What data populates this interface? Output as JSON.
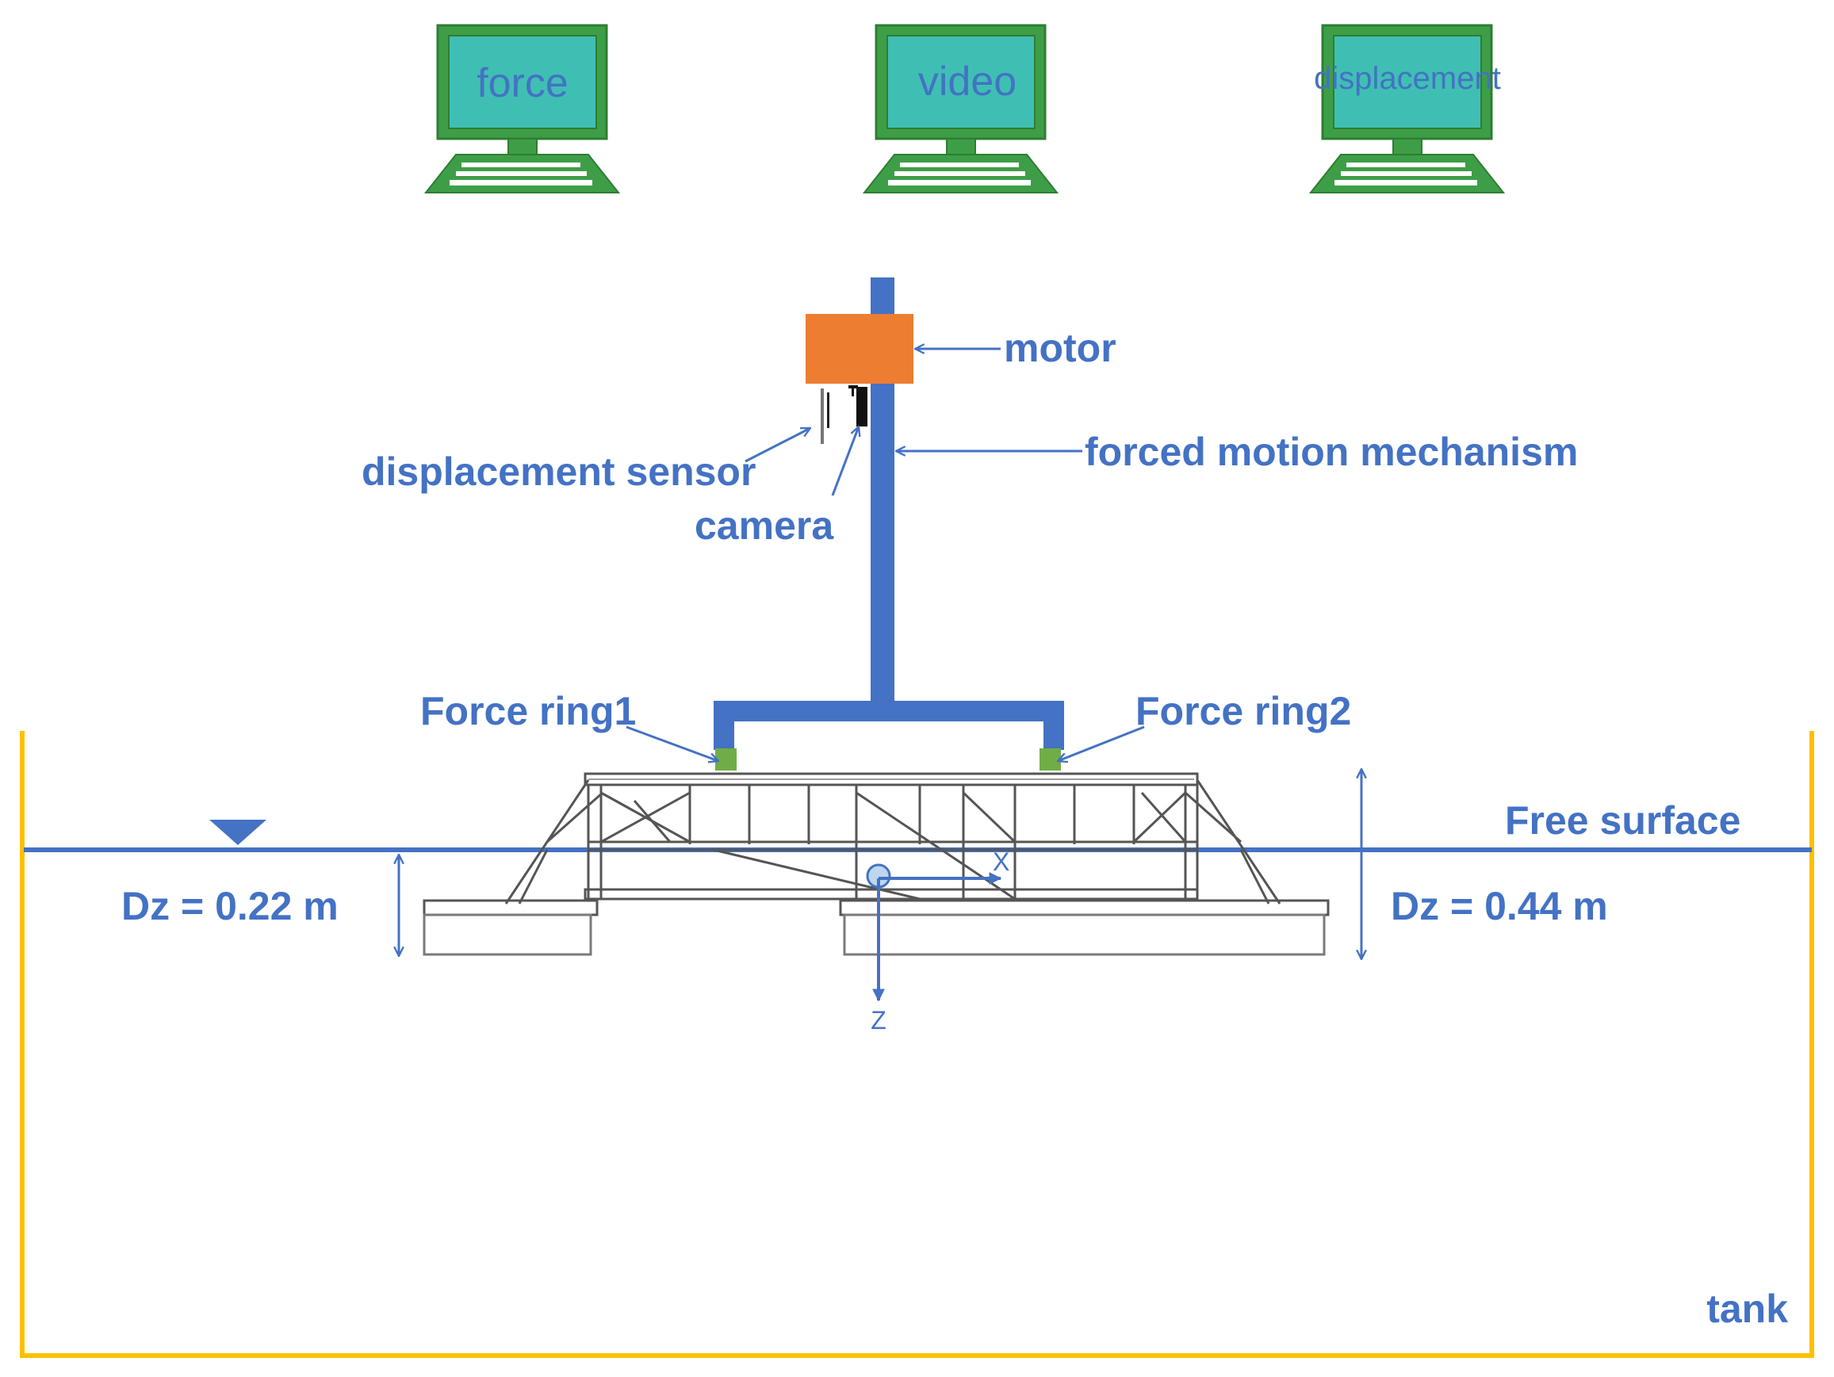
{
  "computers": [
    {
      "label": "force",
      "icon": "computer-icon"
    },
    {
      "label": "video",
      "icon": "computer-icon"
    },
    {
      "label": "displacement",
      "icon": "computer-icon"
    }
  ],
  "labels": {
    "motor": "motor",
    "forced_motion": "forced motion mechanism",
    "displacement_sensor": "displacement sensor",
    "camera": "camera",
    "force_ring1": "Force ring1",
    "force_ring2": "Force ring2",
    "free_surface": "Free surface",
    "dz_left": "Dz = 0.22 m",
    "dz_right": "Dz = 0.44 m",
    "tank": "tank",
    "axis_x": "X",
    "axis_z": "Z"
  },
  "colors": {
    "accent_blue": "#4472C4",
    "motor_orange": "#ED7D31",
    "tank_yellow": "#FFC000",
    "computer_green": "#3E9E47",
    "screen_teal": "#3FBFB3",
    "force_ring_green": "#70AD47"
  }
}
